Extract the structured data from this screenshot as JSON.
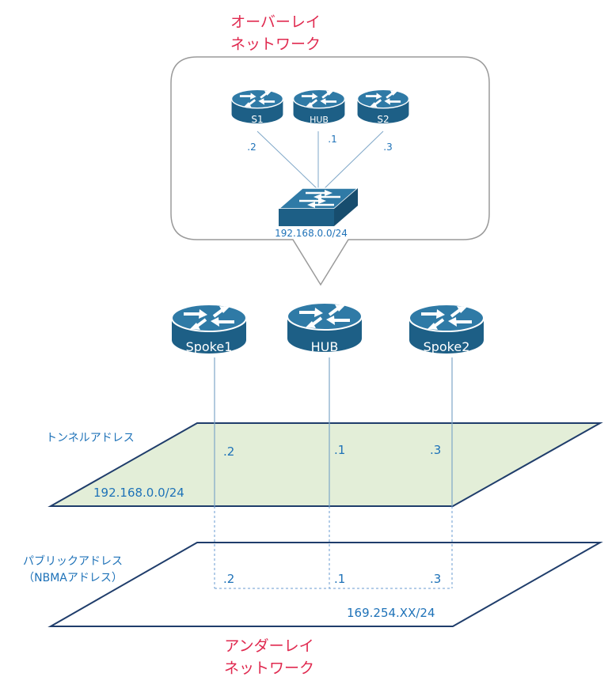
{
  "overlay_title": {
    "line1": "オーバーレイ",
    "line2": "ネットワーク"
  },
  "underlay_title": {
    "line1": "アンダーレイ",
    "line2": "ネットワーク"
  },
  "bubble": {
    "routers": [
      {
        "name": "S1",
        "addr": ".2"
      },
      {
        "name": "HUB",
        "addr": ".1"
      },
      {
        "name": "S2",
        "addr": ".3"
      }
    ],
    "subnet": "192.168.0.0/24"
  },
  "routers": [
    {
      "name": "Spoke1"
    },
    {
      "name": "HUB"
    },
    {
      "name": "Spoke2"
    }
  ],
  "tunnel_plane": {
    "title": "トンネルアドレス",
    "subnet": "192.168.0.0/24",
    "addrs": [
      ".2",
      ".1",
      ".3"
    ]
  },
  "public_plane": {
    "title_line1": "パブリックアドレス",
    "title_line2": "（NBMAアドレス）",
    "subnet": "169.254.XX/24",
    "addrs": [
      ".2",
      ".1",
      ".3"
    ]
  },
  "colors": {
    "title": "#e0294f",
    "label": "#1e72b8",
    "router_body": "#1d5f86",
    "router_top": "#2f7aa6",
    "tunnel_fill": "#e3eed8",
    "plane_stroke": "#1f3d6b",
    "link": "#7fa7c8"
  }
}
